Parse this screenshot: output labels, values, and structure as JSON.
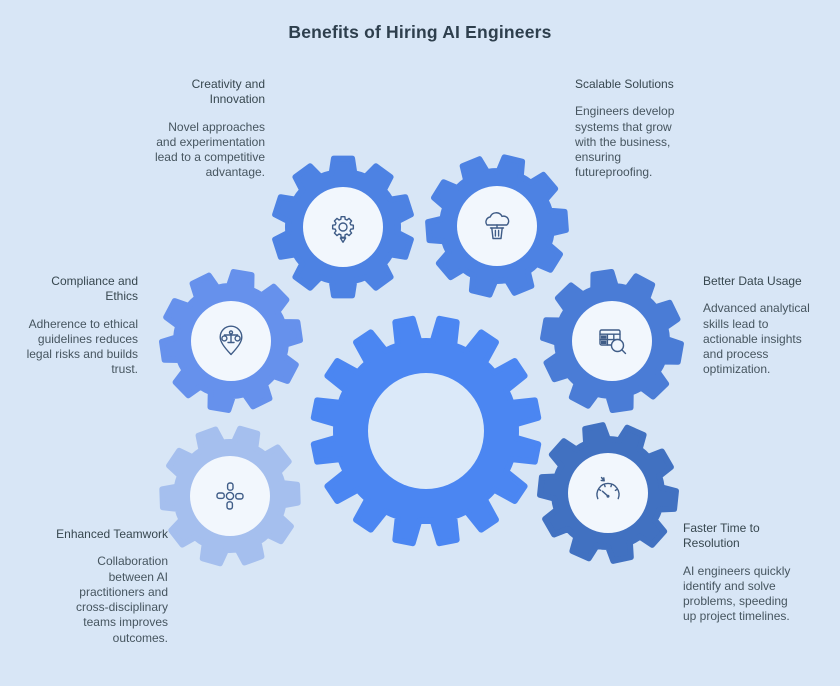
{
  "title": "Benefits of Hiring AI Engineers",
  "colors": {
    "background": "#d8e6f6",
    "title_text": "#2e3f4d",
    "heading_text": "#37474f",
    "body_text": "#46555f",
    "gear_central": "#4b86f2",
    "gear_hole": "#dbe9f9",
    "inner_circle": "#f2f7fd",
    "icon_stroke": "#3f5c87"
  },
  "items": [
    {
      "id": "creativity",
      "heading": "Creativity and\nInnovation",
      "body": "Novel approaches\nand experimentation\nlead to a competitive\nadvantage.",
      "icon": "lightbulb-gear-icon",
      "gear_color": "#4d82e3"
    },
    {
      "id": "scalable",
      "heading": "Scalable Solutions",
      "body": "Engineers develop\nsystems that grow\nwith the business,\nensuring\nfutureproofing.",
      "icon": "growing-plant-icon",
      "gear_color": "#4d82e3"
    },
    {
      "id": "compliance",
      "heading": "Compliance and\nEthics",
      "body": "Adherence to ethical\nguidelines reduces\nlegal risks and builds\ntrust.",
      "icon": "scales-pin-icon",
      "gear_color": "#6691ec"
    },
    {
      "id": "better-data",
      "heading": "Better Data Usage",
      "body": "Advanced analytical\nskills lead to\nactionable insights\nand process\noptimization.",
      "icon": "table-magnifier-icon",
      "gear_color": "#4a7cd6"
    },
    {
      "id": "teamwork",
      "heading": "Enhanced Teamwork",
      "body": "Collaboration\nbetween AI\npractitioners and\ncross-disciplinary\nteams improves\noutcomes.",
      "icon": "teamwork-hands-icon",
      "gear_color": "#a5bfee"
    },
    {
      "id": "faster",
      "heading": "Faster Time to\nResolution",
      "body": "AI engineers quickly\nidentify and solve\nproblems, speeding\nup project timelines.",
      "icon": "speedometer-icon",
      "gear_color": "#4171c1"
    }
  ]
}
